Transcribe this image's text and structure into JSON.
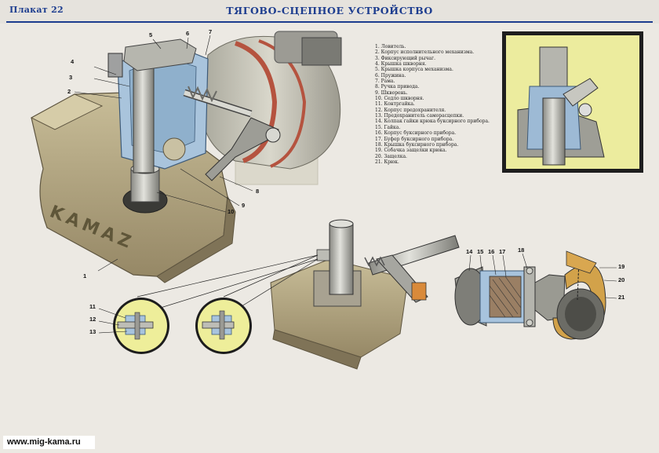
{
  "header": {
    "plakat": "Плакат 22",
    "title": "ТЯГОВО-СЦЕПНОЕ УСТРОЙСТВО"
  },
  "legend": [
    "1. Ловитель.",
    "2. Корпус исполнительного механизма.",
    "3. Фиксирующий рычаг.",
    "4. Крышка шкворня.",
    "5. Крышка корпуса механизма.",
    "6. Пружина.",
    "7. Рама.",
    "8. Ручка привода.",
    "9. Шкворень.",
    "10. Седло шкворня.",
    "11. Контргайка.",
    "12. Корпус предохранителя.",
    "13. Предохранитель саморасцепки.",
    "14. Колпак гайки крюка буксирного прибора.",
    "15. Гайка.",
    "16. Корпус буксирного прибора.",
    "17. Буфер буксирного прибора.",
    "18. Крышка буксирного прибора.",
    "19. Собачка защелки крюка.",
    "20. Защелка.",
    "21. Крюк."
  ],
  "callouts": [
    "1",
    "2",
    "3",
    "4",
    "5",
    "6",
    "7",
    "8",
    "9",
    "10",
    "11",
    "12",
    "13",
    "14",
    "15",
    "16",
    "17",
    "18",
    "19",
    "20",
    "21"
  ],
  "logo_text": "KAMAZ",
  "watermark": "www.mig-kama.ru",
  "colors": {
    "title_blue": "#1d3d8f",
    "casting_olive": "#b0a27a",
    "cutaway_blue": "#a9c4dc",
    "spring_red": "#b5533f",
    "inset_yellow": "#ecec9e"
  }
}
